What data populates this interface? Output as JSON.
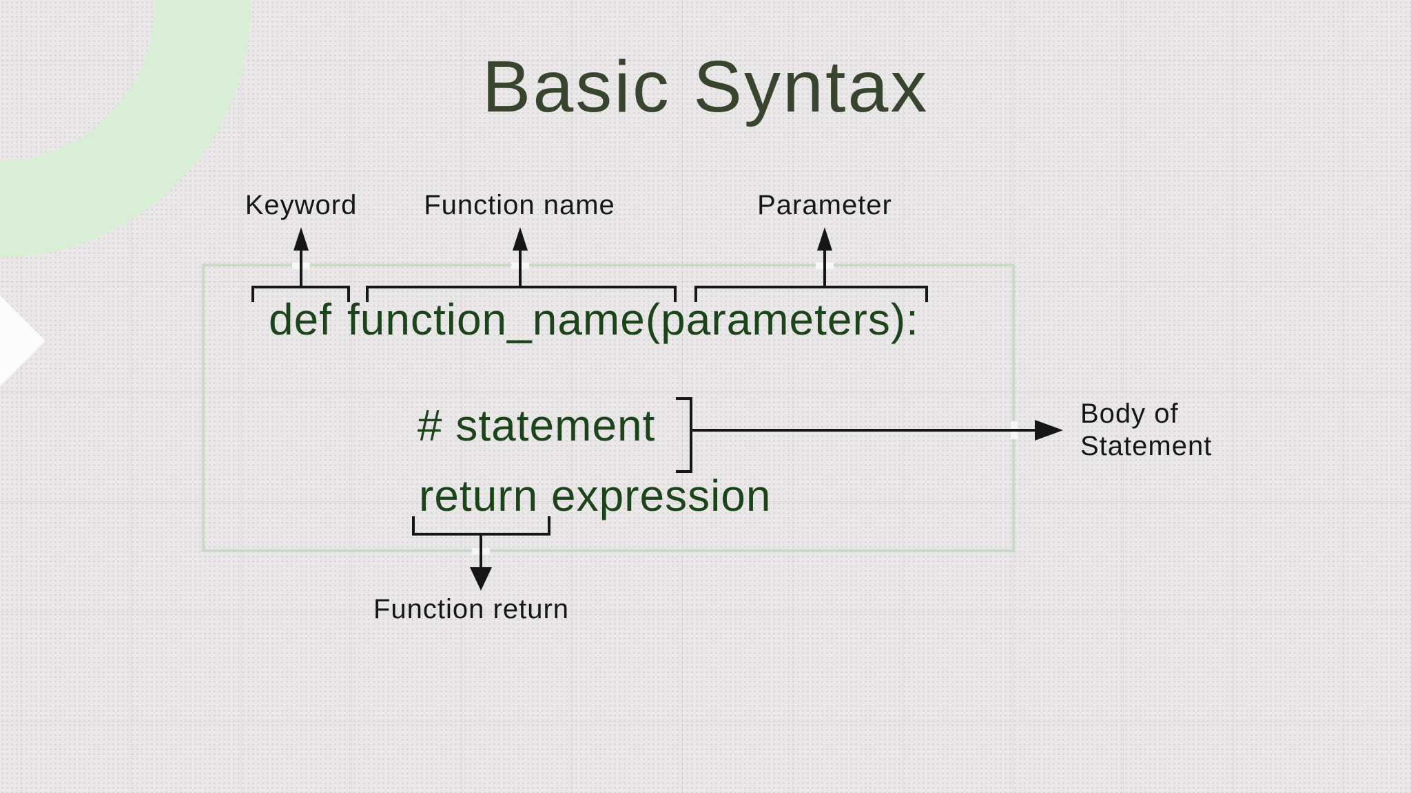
{
  "slide": {
    "title": "Basic Syntax"
  },
  "annotations": {
    "keyword_label": "Keyword",
    "function_name_label": "Function name",
    "parameter_label": "Parameter",
    "body_label_line1": "Body of",
    "body_label_line2": "Statement",
    "function_return_label": "Function return"
  },
  "code": {
    "def_keyword": "def",
    "signature": "function_name(parameters):",
    "statement_line": "# statement",
    "return_line": "return expression"
  },
  "colors": {
    "title_green": "#37452e",
    "code_green": "#1c441a",
    "box_border_green": "#c9dac6",
    "arc_green": "#d9efd5",
    "annotation_black": "#161616",
    "background": "#eae7e8"
  }
}
